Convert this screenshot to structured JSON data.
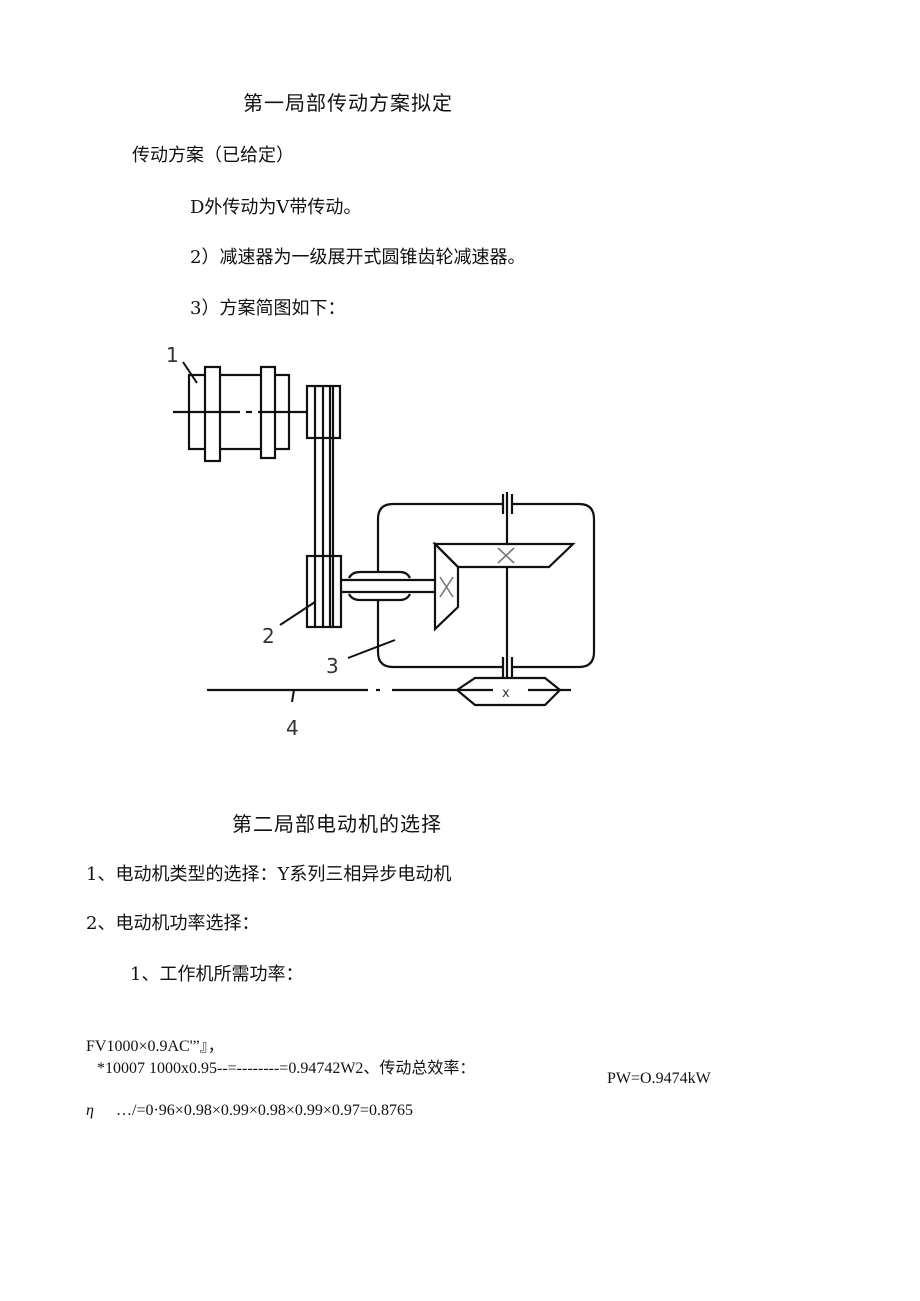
{
  "section1": {
    "title": "第一局部传动方案拟定",
    "subtitle": "传动方案（已给定）",
    "items": [
      "D外传动为V带传动。",
      "2）减速器为一级展开式圆锥齿轮减速器。",
      "3）方案简图如下："
    ]
  },
  "diagram": {
    "labels": [
      "1",
      "2",
      "3",
      "4"
    ],
    "center_mark": "x"
  },
  "section2": {
    "title": "第二局部电动机的选择",
    "items": [
      "1、电动机类型的选择：Y系列三相异步电动机",
      "2、电动机功率选择：",
      "1、工作机所需功率："
    ],
    "formula": {
      "line1": "FV1000×0.9AC'”』，",
      "line2": "*10007 1000x0.95--=--------=0.94742W2、传动总效率：",
      "pw": "PW=O.9474kW",
      "eta_symbol": "η",
      "line3": "…/=0·96×0.98×0.99×0.98×0.99×0.97=0.8765"
    }
  }
}
